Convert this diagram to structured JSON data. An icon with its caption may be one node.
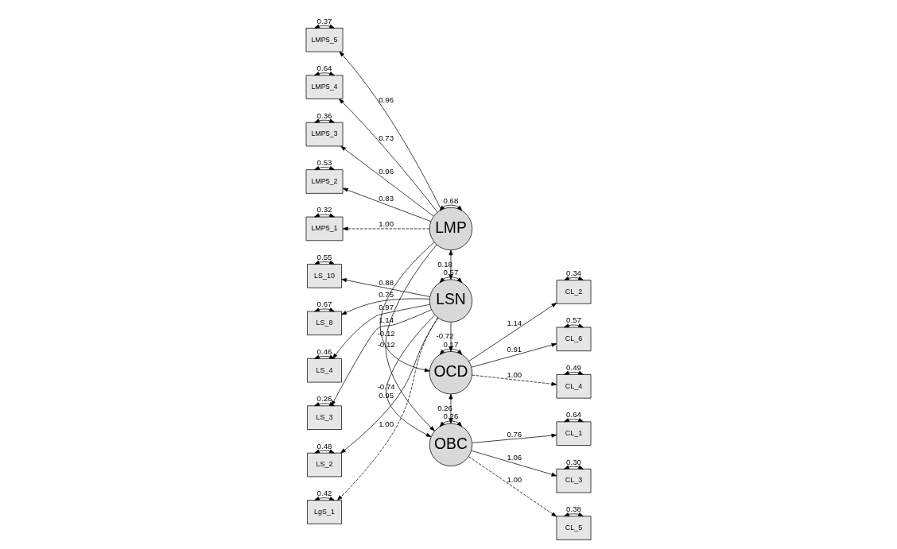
{
  "diagram": {
    "nodes": [
      {
        "text": [
          "LMP5_5"
        ]
      },
      {
        "text": [
          "LMP5_4"
        ]
      },
      {
        "text": [
          "LMP5_3"
        ]
      },
      {
        "text": [
          "LMP5_2"
        ]
      },
      {
        "text": [
          "LMP5_1"
        ]
      },
      {
        "text": [
          "LS_10"
        ]
      },
      {
        "text": [
          "LS_8"
        ]
      },
      {
        "text": [
          "LS_4"
        ]
      },
      {
        "text": [
          "LS_3"
        ]
      },
      {
        "text": [
          "LS_2"
        ]
      },
      {
        "text": [
          "LgS_1"
        ]
      },
      {
        "text": [
          "LMP"
        ]
      },
      {
        "text": [
          "LSN"
        ]
      },
      {
        "text": [
          "OCD"
        ]
      },
      {
        "text": [
          "OBC"
        ]
      },
      {
        "text": [
          "CL_2"
        ]
      },
      {
        "text": [
          "CL_6"
        ]
      },
      {
        "text": [
          "CL_4"
        ]
      },
      {
        "text": [
          "CL_1"
        ]
      },
      {
        "text": [
          "CL_3"
        ]
      },
      {
        "text": [
          "CL_5"
        ]
      }
    ],
    "edges": [
      {
        "from": 0,
        "to": 0,
        "arrow": "both",
        "label": "0.37"
      },
      {
        "from": 1,
        "to": 1,
        "arrow": "both",
        "label": "0.64"
      },
      {
        "from": 2,
        "to": 2,
        "arrow": "both",
        "label": "0.36"
      },
      {
        "from": 3,
        "to": 3,
        "arrow": "both",
        "label": "0.53"
      },
      {
        "from": 4,
        "to": 4,
        "arrow": "both",
        "label": "0.32"
      },
      {
        "from": 5,
        "to": 5,
        "arrow": "both",
        "label": "0.55"
      },
      {
        "from": 6,
        "to": 6,
        "arrow": "both",
        "label": "0.67"
      },
      {
        "from": 7,
        "to": 7,
        "arrow": "both",
        "label": "0.46"
      },
      {
        "from": 8,
        "to": 8,
        "arrow": "both",
        "label": "0.26"
      },
      {
        "from": 9,
        "to": 9,
        "arrow": "both",
        "label": "0.48"
      },
      {
        "from": 10,
        "to": 10,
        "arrow": "both",
        "label": "0.42"
      },
      {
        "from": 11,
        "to": 0,
        "arrow": "to",
        "label": "0.96"
      },
      {
        "from": 11,
        "to": 1,
        "arrow": "to",
        "label": "0.73"
      },
      {
        "from": 11,
        "to": 2,
        "arrow": "to",
        "label": "0.96"
      },
      {
        "from": 11,
        "to": 3,
        "arrow": "to",
        "label": "0.83"
      },
      {
        "from": 11,
        "to": 4,
        "arrow": "to",
        "label": "1.00",
        "style": "dashed"
      },
      {
        "from": 11,
        "to": 11,
        "arrow": "both",
        "label": "0.68"
      },
      {
        "from": 11,
        "to": 12,
        "arrow": "both",
        "label": "0.18"
      },
      {
        "from": 11,
        "to": 13,
        "arrow": "to",
        "label": "-0.12"
      },
      {
        "from": 11,
        "to": 14,
        "arrow": "to",
        "label": "-0.12"
      },
      {
        "from": 12,
        "to": 5,
        "arrow": "to",
        "label": "0.88"
      },
      {
        "from": 12,
        "to": 6,
        "arrow": "to",
        "label": "0.75"
      },
      {
        "from": 12,
        "to": 7,
        "arrow": "to",
        "label": "0.97"
      },
      {
        "from": 12,
        "to": 8,
        "arrow": "to",
        "label": "1.14"
      },
      {
        "from": 12,
        "to": 9,
        "arrow": "to",
        "label": "0.95"
      },
      {
        "from": 12,
        "to": 10,
        "arrow": "to",
        "label": "1.00",
        "style": "dashed"
      },
      {
        "from": 12,
        "to": 13,
        "arrow": "to",
        "label": "-0.72"
      },
      {
        "from": 12,
        "to": 14,
        "arrow": "to",
        "label": "-0.74"
      },
      {
        "from": 12,
        "to": 12,
        "arrow": "both",
        "label": "0.57"
      },
      {
        "from": 13,
        "to": 13,
        "arrow": "both",
        "label": "0.17"
      },
      {
        "from": 13,
        "to": 14,
        "arrow": "both",
        "label": "0.26"
      },
      {
        "from": 14,
        "to": 14,
        "arrow": "both",
        "label": "0.26"
      },
      {
        "from": 13,
        "to": 15,
        "arrow": "to",
        "label": "1.14"
      },
      {
        "from": 13,
        "to": 16,
        "arrow": "to",
        "label": "0.91"
      },
      {
        "from": 13,
        "to": 17,
        "arrow": "to",
        "label": "1.00",
        "style": "dashed"
      },
      {
        "from": 14,
        "to": 18,
        "arrow": "to",
        "label": "0.76"
      },
      {
        "from": 14,
        "to": 19,
        "arrow": "to",
        "label": "1.06"
      },
      {
        "from": 14,
        "to": 20,
        "arrow": "to",
        "label": "1.00",
        "style": "dashed"
      },
      {
        "from": 15,
        "to": 15,
        "arrow": "both",
        "label": "0.34"
      },
      {
        "from": 16,
        "to": 16,
        "arrow": "both",
        "label": "0.57"
      },
      {
        "from": 17,
        "to": 17,
        "arrow": "both",
        "label": "0.49"
      },
      {
        "from": 18,
        "to": 18,
        "arrow": "both",
        "label": "0.64"
      },
      {
        "from": 19,
        "to": 19,
        "arrow": "both",
        "label": "0.30"
      },
      {
        "from": 20,
        "to": 20,
        "arrow": "both",
        "label": "0.38"
      }
    ]
  }
}
